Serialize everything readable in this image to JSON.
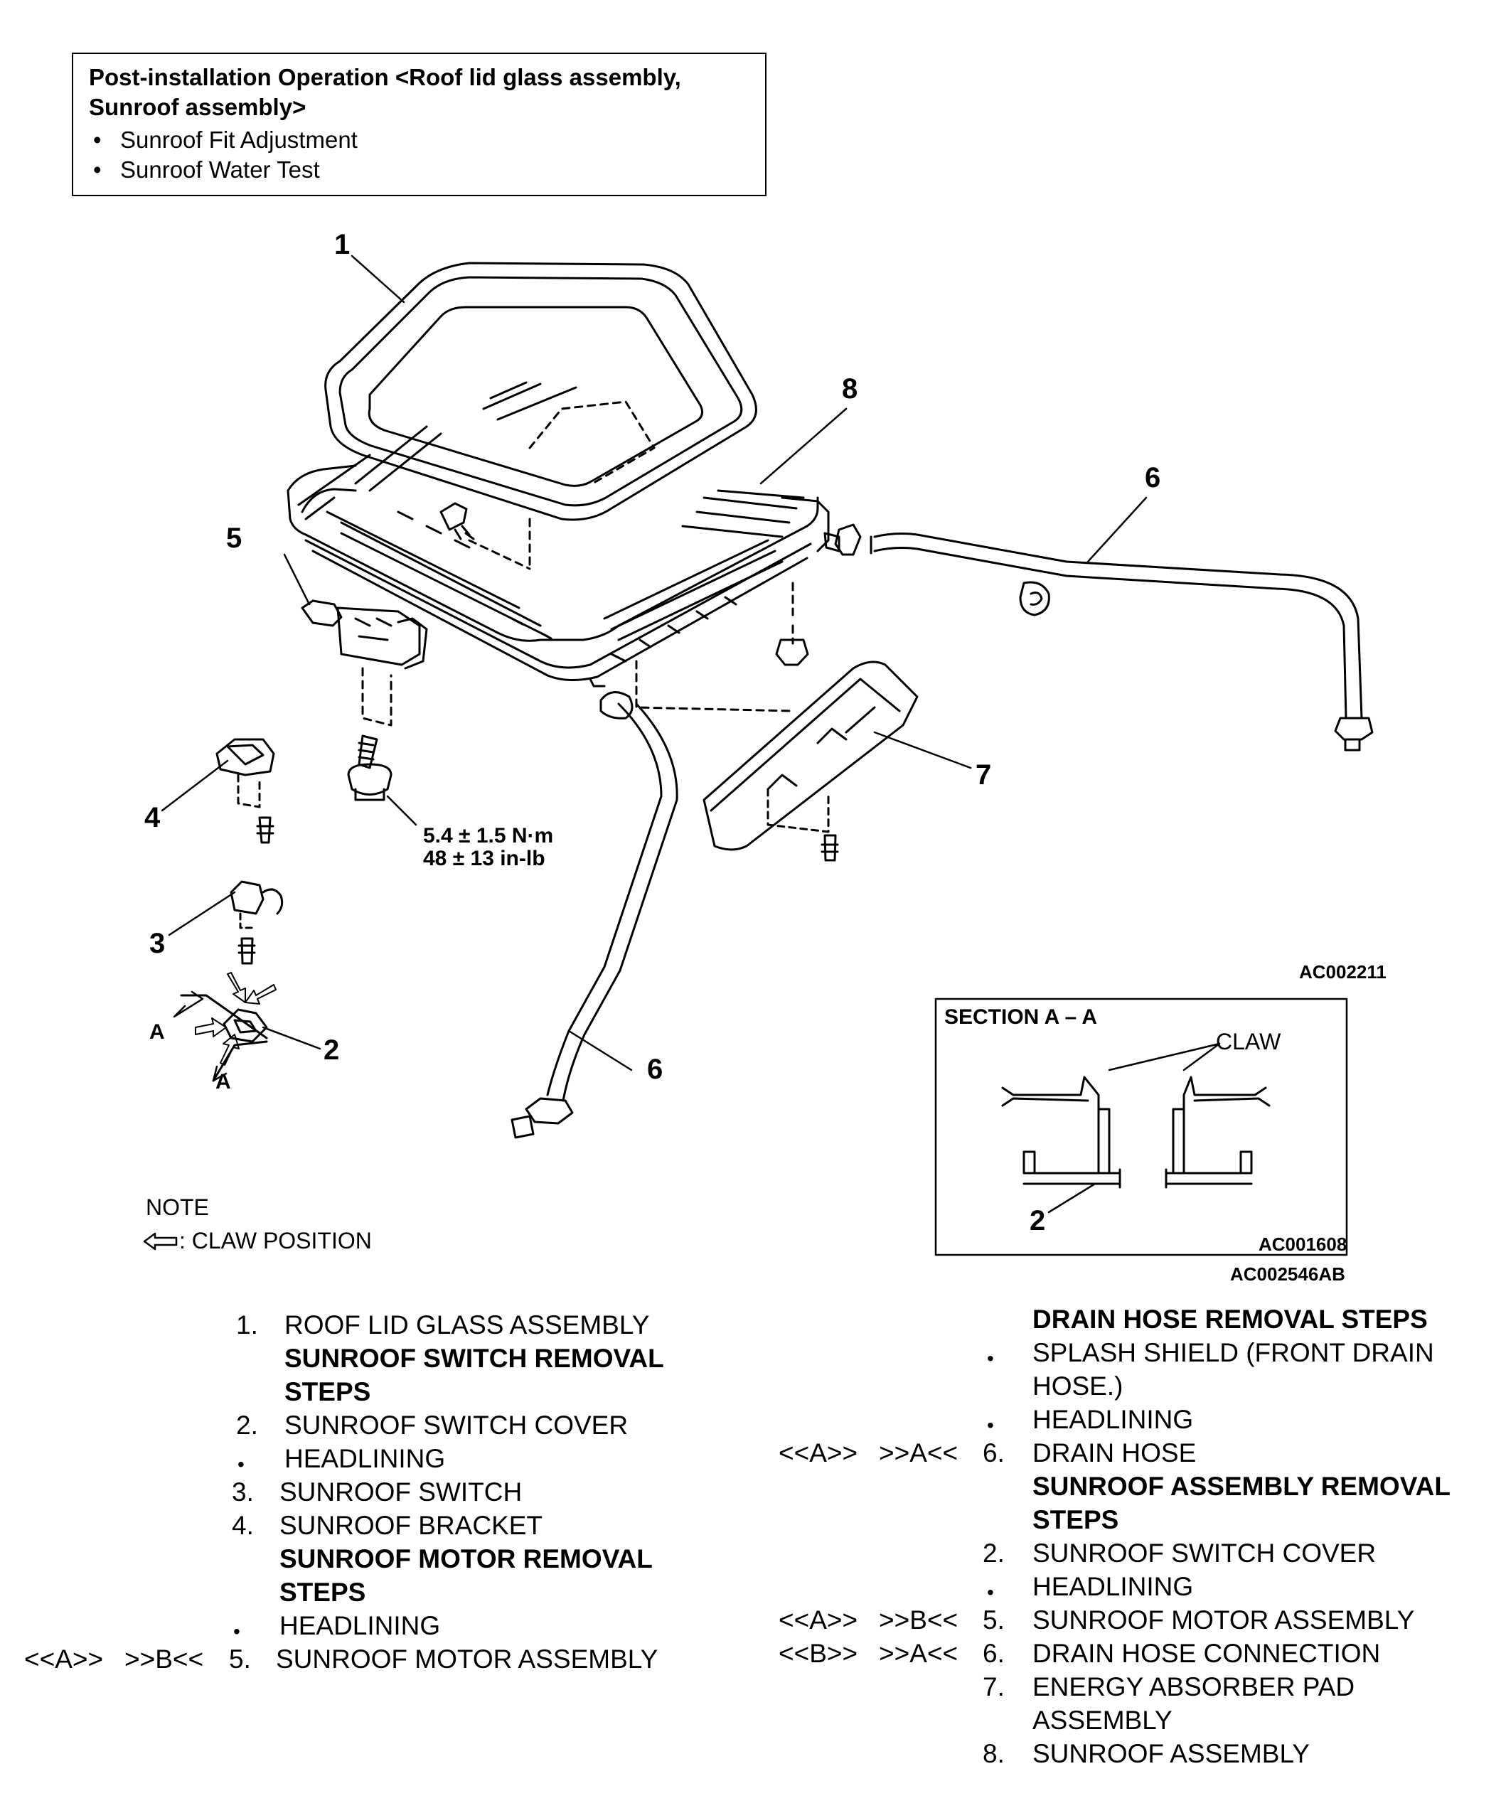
{
  "post_install": {
    "title_line1": "Post-installation Operation <Roof lid glass assembly,",
    "title_line2": "Sunroof assembly>",
    "items": [
      "Sunroof Fit Adjustment",
      "Sunroof Water Test"
    ]
  },
  "callouts": {
    "c1": "1",
    "c2": "2",
    "c3": "3",
    "c4": "4",
    "c5": "5",
    "c6a": "6",
    "c6b": "6",
    "c7": "7",
    "c8": "8",
    "a1": "A",
    "a2": "A"
  },
  "torque": {
    "line1": "5.4 ± 1.5 N·m",
    "line2": "48 ± 13 in-lb"
  },
  "codes": {
    "main": "AC002211",
    "section": "AC001608",
    "bottom": "AC002546AB"
  },
  "section": {
    "title": "SECTION A – A",
    "claw": "CLAW",
    "callout": "2"
  },
  "note": {
    "title": "NOTE",
    "text": ": CLAW POSITION"
  },
  "left_steps": [
    {
      "num": "1.",
      "label": "ROOF LID GLASS ASSEMBLY"
    },
    {
      "heading": "SUNROOF SWITCH REMOVAL"
    },
    {
      "heading": "STEPS"
    },
    {
      "num": "2.",
      "label": "SUNROOF SWITCH COVER"
    },
    {
      "bullet": "•",
      "label": "HEADLINING"
    },
    {
      "num": "3.",
      "label": "SUNROOF SWITCH"
    },
    {
      "num": "4.",
      "label": "SUNROOF BRACKET"
    },
    {
      "heading": "SUNROOF MOTOR REMOVAL"
    },
    {
      "heading": "STEPS"
    },
    {
      "bullet": "•",
      "label": "HEADLINING"
    },
    {
      "code1": "<<A>>",
      "code2": ">>B<<",
      "num": "5.",
      "label": "SUNROOF MOTOR ASSEMBLY"
    }
  ],
  "right_steps": [
    {
      "heading": "DRAIN HOSE REMOVAL STEPS"
    },
    {
      "bullet": "•",
      "label": "SPLASH SHIELD (FRONT DRAIN"
    },
    {
      "label": "HOSE.)"
    },
    {
      "bullet": "•",
      "label": "HEADLINING"
    },
    {
      "code1": "<<A>>",
      "code2": ">>A<<",
      "num": "6.",
      "label": "DRAIN HOSE"
    },
    {
      "heading": "SUNROOF ASSEMBLY REMOVAL"
    },
    {
      "heading": "STEPS"
    },
    {
      "num": "2.",
      "label": "SUNROOF SWITCH COVER"
    },
    {
      "bullet": "•",
      "label": "HEADLINING"
    },
    {
      "code1": "<<A>>",
      "code2": ">>B<<",
      "num": "5.",
      "label": "SUNROOF MOTOR ASSEMBLY"
    },
    {
      "code1": "<<B>>",
      "code2": ">>A<<",
      "num": "6.",
      "label": "DRAIN HOSE CONNECTION"
    },
    {
      "num": "7.",
      "label": "ENERGY ABSORBER PAD"
    },
    {
      "label": "ASSEMBLY"
    },
    {
      "num": "8.",
      "label": "SUNROOF ASSEMBLY"
    }
  ]
}
